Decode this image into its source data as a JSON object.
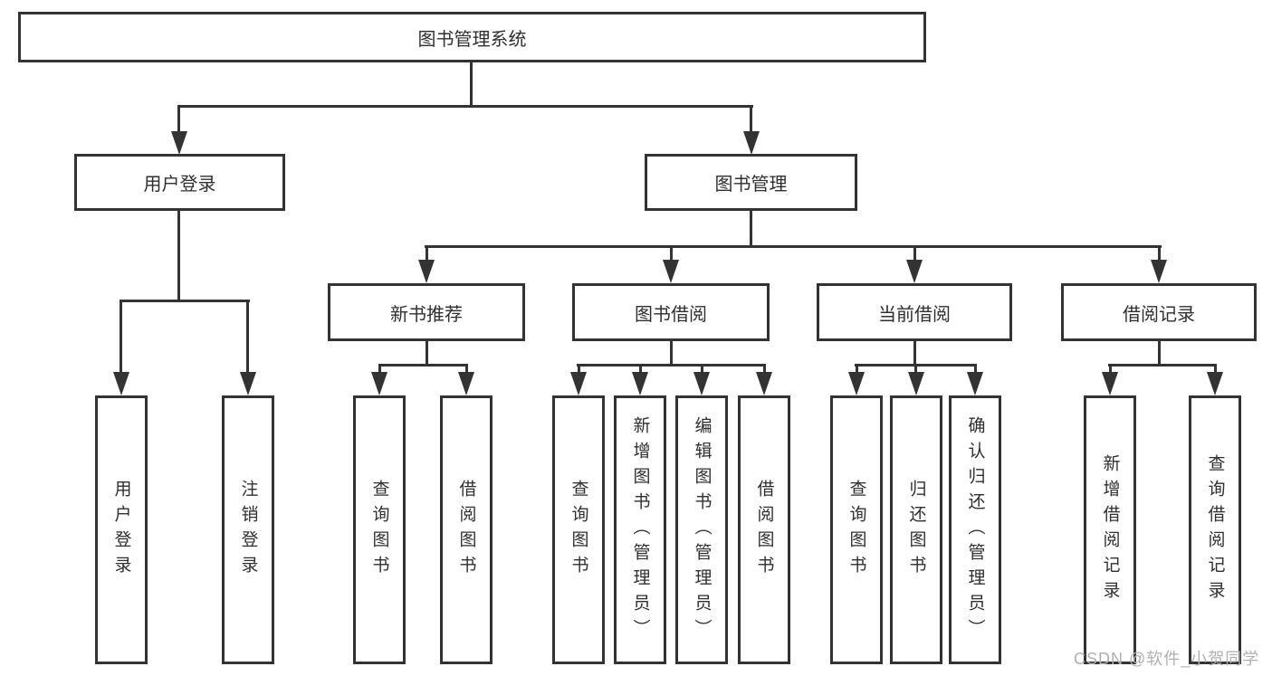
{
  "diagram": {
    "title": "图书管理系统",
    "branches": {
      "user_login": {
        "label": "用户登录",
        "children": [
          {
            "label": "用户登录"
          },
          {
            "label": "注销登录"
          }
        ]
      },
      "book_management": {
        "label": "图书管理",
        "sections": [
          {
            "label": "新书推荐",
            "children": [
              {
                "label": "查询图书"
              },
              {
                "label": "借阅图书"
              }
            ]
          },
          {
            "label": "图书借阅",
            "children": [
              {
                "label": "查询图书"
              },
              {
                "label": "新增图书（管理员）"
              },
              {
                "label": "编辑图书（管理员）"
              },
              {
                "label": "借阅图书"
              }
            ]
          },
          {
            "label": "当前借阅",
            "children": [
              {
                "label": "查询图书"
              },
              {
                "label": "归还图书"
              },
              {
                "label": "确认归还（管理员）"
              }
            ]
          },
          {
            "label": "借阅记录",
            "children": [
              {
                "label": "新增借阅记录"
              },
              {
                "label": "查询借阅记录"
              }
            ]
          }
        ]
      }
    },
    "watermark": "CSDN @软件_小贺同学",
    "colors": {
      "line": "#333333",
      "text": "#2f2f2f",
      "watermark": "#b0b0b0",
      "background": "#ffffff"
    }
  }
}
